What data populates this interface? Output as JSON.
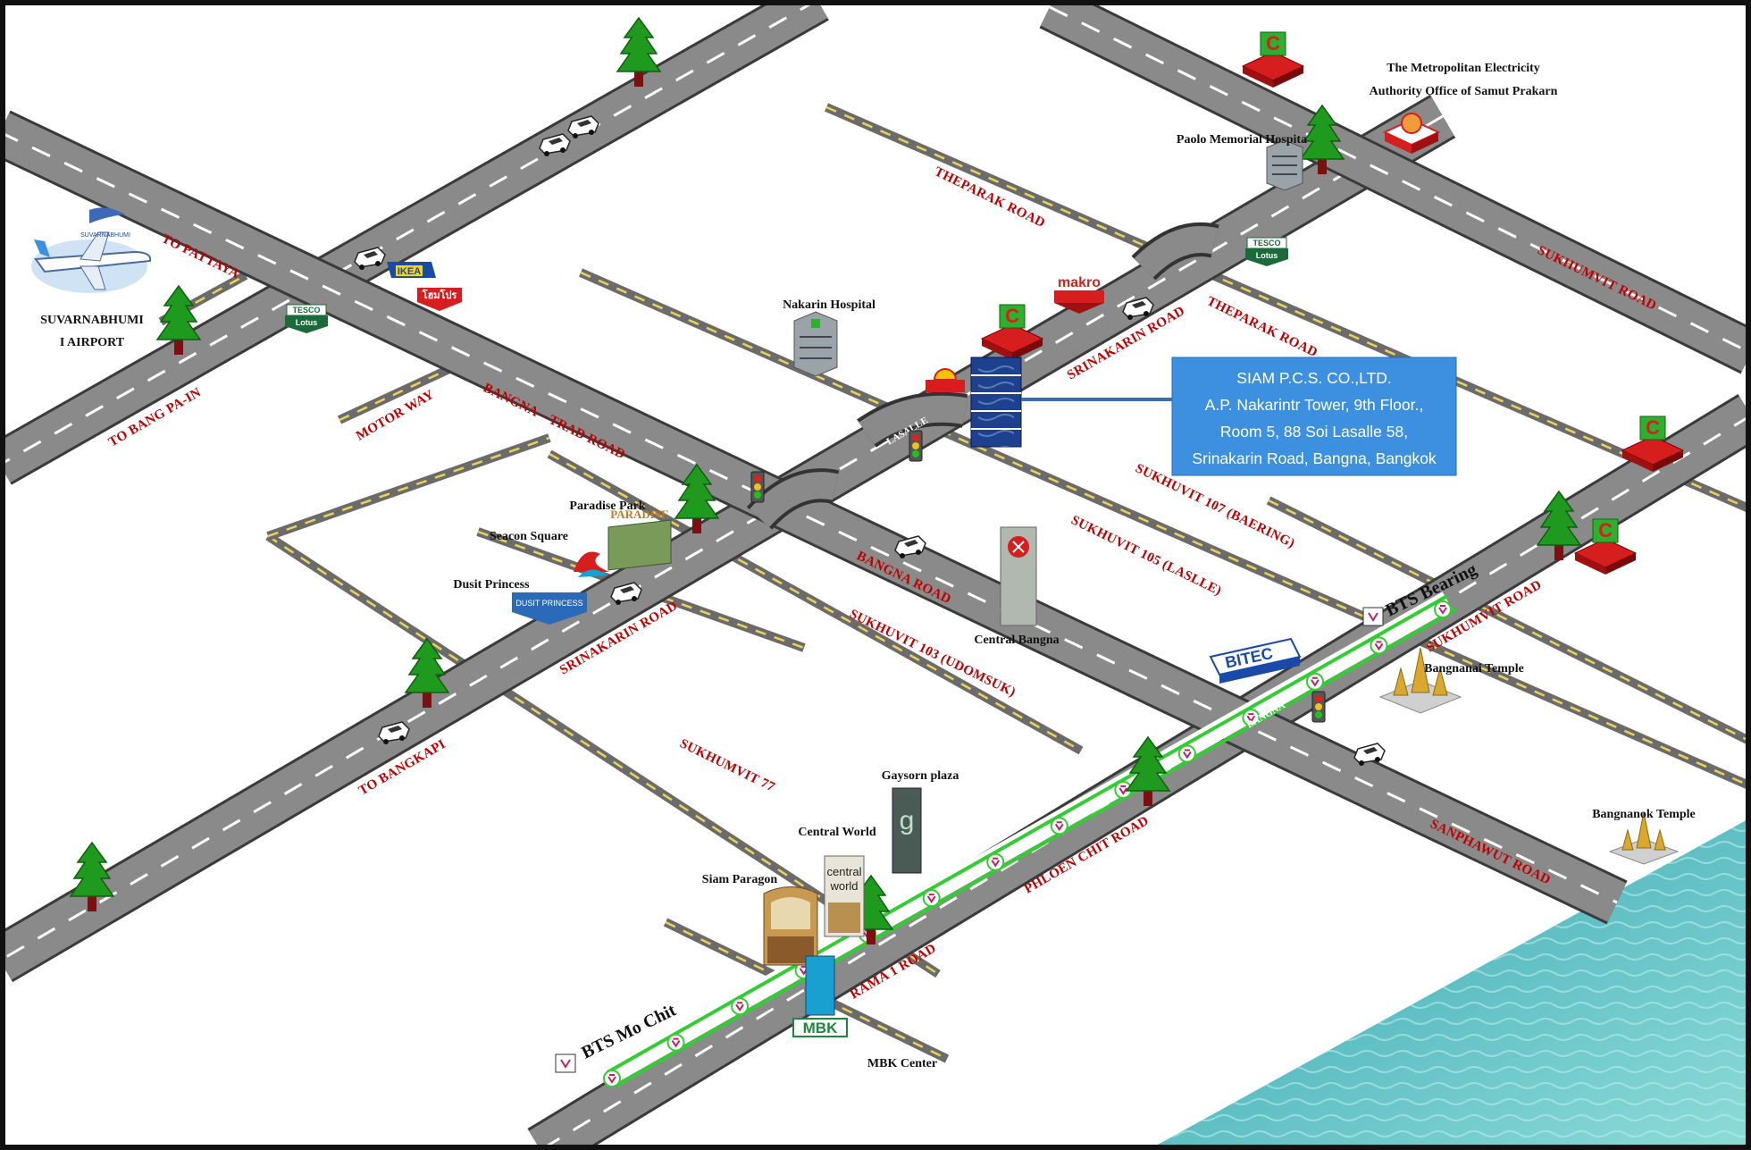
{
  "map": {
    "colors": {
      "road": "#8a8a8a",
      "road_edge": "#3a3a3a",
      "road_label": "#c00000",
      "bts_line": "#33cc33",
      "info_box": "#3d8fe0",
      "water": "#6cc7c7",
      "tree": "#1a8f1a"
    },
    "roads": [
      {
        "id": "theparak-road-1",
        "label": "THEPARAK ROAD"
      },
      {
        "id": "theparak-road-2",
        "label": "THEPARAK ROAD"
      },
      {
        "id": "sukhumvit-road-1",
        "label": "SUKHUMVIT ROAD"
      },
      {
        "id": "sukhumvit-road-2",
        "label": "SUKHUMVIT ROAD"
      },
      {
        "id": "srinakarin-road-1",
        "label": "SRINAKARIN ROAD"
      },
      {
        "id": "srinakarin-road-2",
        "label": "SRINAKARIN ROAD"
      },
      {
        "id": "motor-way",
        "label": "MOTOR WAY"
      },
      {
        "id": "bangna-trad-road",
        "label": "BANGNA – TRAD ROAD"
      },
      {
        "id": "bangna-road",
        "label": "BANGNA ROAD"
      },
      {
        "id": "sukhuvit-107",
        "label": "SUKHUVIT 107 (BAERING)"
      },
      {
        "id": "sukhuvit-105",
        "label": "SUKHUVIT 105 (LASLLE)"
      },
      {
        "id": "sukhuvit-103",
        "label": "SUKHUVIT 103 (UDOMSUK)"
      },
      {
        "id": "sukhumvit-77",
        "label": "SUKHUMVIT 77"
      },
      {
        "id": "phloen-chit-road",
        "label": "PHLOEN CHIT ROAD"
      },
      {
        "id": "rama-1-road",
        "label": "RAMA 1 ROAD"
      },
      {
        "id": "sanphawut-road",
        "label": "SANPHAWUT ROAD"
      },
      {
        "id": "to-pattaya",
        "label": "TO PATTAYA"
      },
      {
        "id": "to-bang-pa-in",
        "label": "TO BANG PA-IN"
      },
      {
        "id": "to-bangkapi",
        "label": "TO BANGKAPI"
      },
      {
        "id": "lasalle",
        "label": "LASALLE"
      },
      {
        "id": "bangna-bridge",
        "label": "BANGNA"
      }
    ],
    "places": {
      "airport_line1": "SUVARNABHUMI",
      "airport_line2": "I AIRPORT",
      "airport_logo": "SUVARNABHUMI",
      "mea_line1": "The Metropolitan Electricity",
      "mea_line2": "Authority Office of Samut Prakarn",
      "paolo": "Paolo Memorial Hospita",
      "nakarin": "Nakarin Hospital",
      "paradise": "Paradise Park",
      "paradise_sign": "PARADISE",
      "seacon": "Seacon Square",
      "dusit": "Dusit Princess",
      "dusit_sign": "DUSIT PRINCESS",
      "central_bangna": "Central Bangna",
      "bts_bearing": "BTS Bearing",
      "bangnanai": "Bangnanai Temple",
      "bangnanok": "Bangnanok Temple",
      "gaysorn": "Gaysorn plaza",
      "central_world": "Central World",
      "central_world_sign1": "central",
      "central_world_sign2": "world",
      "siam_paragon": "Siam Paragon",
      "bts_mochit": "BTS Mo Chit",
      "mbk": "MBK Center",
      "mbk_sign": "MBK",
      "bitec": "BITEC",
      "makro": "makro",
      "ikea": "IKEA",
      "homepro": "โฮมโปร",
      "lotus": "Lotus",
      "lotus_top": "TESCO"
    },
    "info_box": {
      "line1": "SIAM P.C.S. CO.,LTD.",
      "line2": "A.P. Nakarintr Tower, 9th Floor.,",
      "line3": "Room 5,  88 Soi Lasalle 58,",
      "line4": "Srinakarin Road, Bangna, Bangkok"
    },
    "icons": [
      "tree-icon",
      "car-icon",
      "traffic-light-icon",
      "bigc-store-icon",
      "hospital-icon",
      "temple-icon",
      "bts-station-icon",
      "shell-station-icon",
      "airplane-icon"
    ]
  }
}
